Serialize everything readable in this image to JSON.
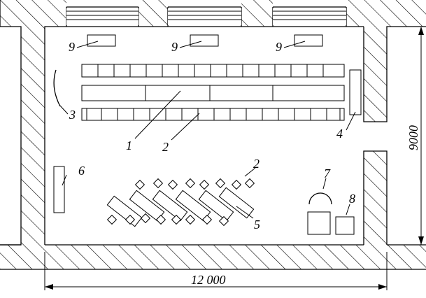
{
  "drawing": {
    "labels": {
      "table": "1",
      "desk_a": "2",
      "desk_b": "2",
      "board": "3",
      "blackboard": "4",
      "wall_cabinet": "5",
      "shelf": "6",
      "sink": "7",
      "basin": "8",
      "lamp_a": "9",
      "lamp_b": "9",
      "lamp_c": "9"
    },
    "dimensions": {
      "width": "12 000",
      "height": "9000"
    }
  }
}
